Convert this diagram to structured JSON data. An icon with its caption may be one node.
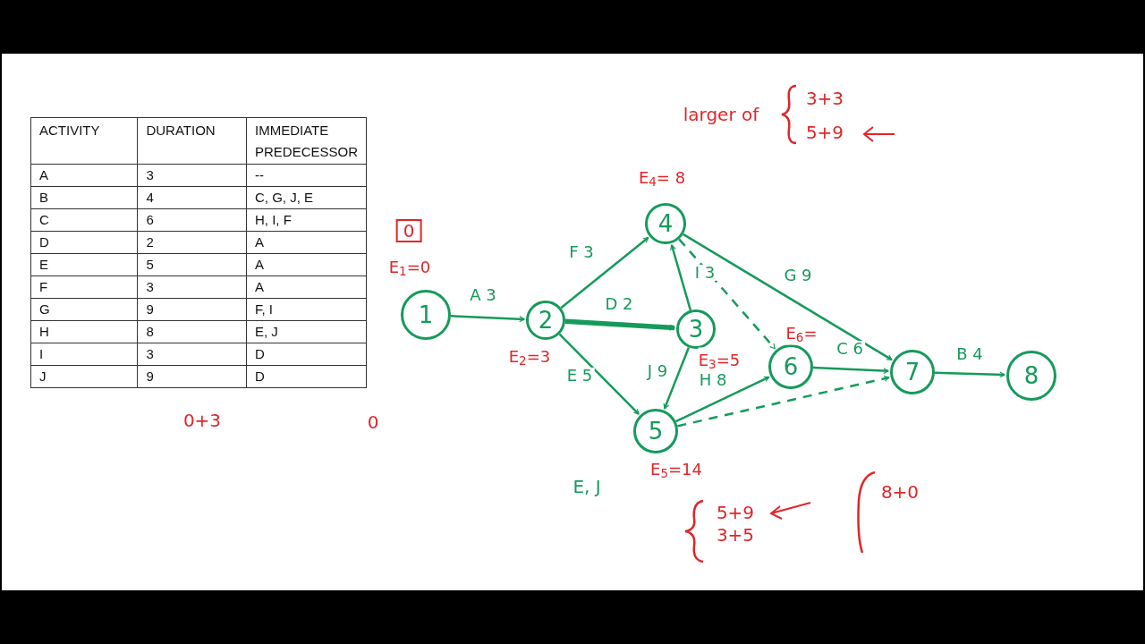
{
  "diagram": {
    "nodes": [
      {
        "text": [
          "1"
        ],
        "beside": [
          "E$_{1}$=0"
        ]
      },
      {
        "text": [
          "2"
        ],
        "beside": [
          "E$_{2}$=3"
        ]
      },
      {
        "text": [
          "3"
        ],
        "beside": [
          "E$_{3}$=5"
        ]
      },
      {
        "text": [
          "4"
        ],
        "beside": [
          "E$_{4}$= 8"
        ]
      },
      {
        "text": [
          "5"
        ],
        "beside": [
          "E$_{5}$=14"
        ]
      },
      {
        "text": [
          "6"
        ],
        "beside": [
          "E$_{6}$="
        ]
      },
      {
        "text": [
          "7"
        ]
      },
      {
        "text": [
          "8"
        ]
      }
    ],
    "edges": [
      {
        "from": 0,
        "to": 1,
        "arrow": "to",
        "label": "A 3"
      },
      {
        "from": 1,
        "to": 3,
        "arrow": "to",
        "label": "F 3"
      },
      {
        "from": 1,
        "to": 2,
        "arrow": "to",
        "label": "D 2",
        "style": "thick"
      },
      {
        "from": 1,
        "to": 4,
        "arrow": "to",
        "label": "E 5"
      },
      {
        "from": 2,
        "to": 3,
        "arrow": "to",
        "label": "I 3"
      },
      {
        "from": 2,
        "to": 4,
        "arrow": "to",
        "label": "J 9"
      },
      {
        "from": 3,
        "to": 5,
        "arrow": "to",
        "style": "dashed"
      },
      {
        "from": 3,
        "to": 6,
        "arrow": "to",
        "label": "G 9"
      },
      {
        "from": 4,
        "to": 5,
        "arrow": "to",
        "label": "H 8"
      },
      {
        "from": 5,
        "to": 6,
        "arrow": "to",
        "label": "C 6"
      },
      {
        "from": 4,
        "to": 6,
        "arrow": "to",
        "style": "dashed"
      },
      {
        "from": 6,
        "to": 7,
        "arrow": "to",
        "label": "B 4"
      }
    ],
    "labels": [
      "ACTIVITY",
      "DURATION",
      "IMMEDIATE PREDECESSOR",
      "A",
      "3",
      "--",
      "B",
      "4",
      "C, G, J, E",
      "C",
      "6",
      "H, I, F",
      "D",
      "2",
      "A",
      "E",
      "5",
      "A",
      "F",
      "3",
      "A",
      "G",
      "9",
      "F, I",
      "H",
      "8",
      "E, J",
      "I",
      "3",
      "D",
      "J",
      "9",
      "D",
      "0",
      "larger of",
      "3+3",
      "5+9",
      "0+3",
      "0",
      "E, J",
      "5+9",
      "3+5",
      "8+0"
    ]
  }
}
